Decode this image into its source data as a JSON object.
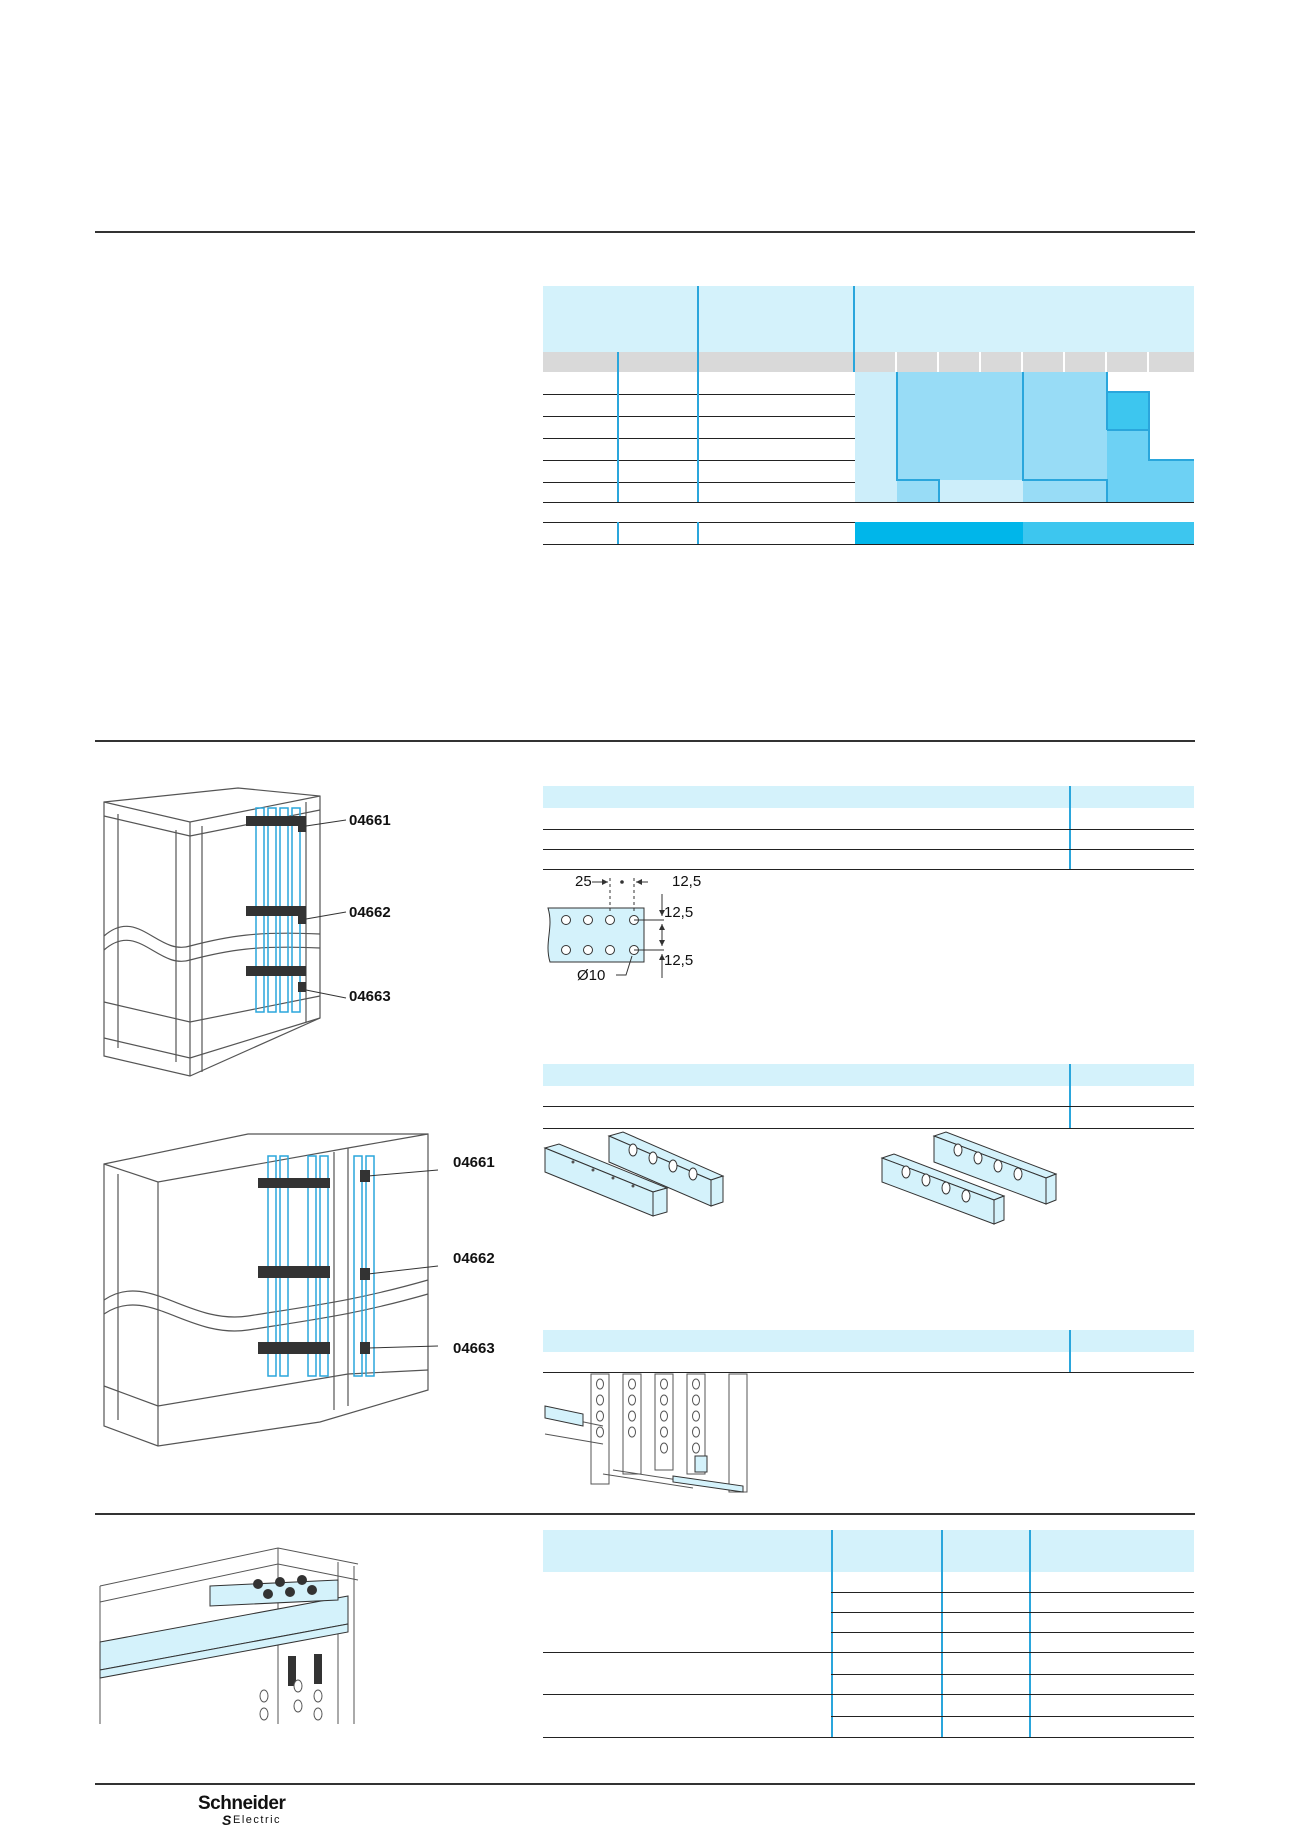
{
  "section1": {
    "color_fills": {
      "light": "#cdeefa",
      "mid": "#98dcf6",
      "strong": "#6dd1f4",
      "deep": "#3dc6ef",
      "bright": "#00b6ea"
    }
  },
  "section2": {
    "figure_top": {
      "callouts": [
        "04661",
        "04662",
        "04663"
      ]
    },
    "figure_bottom": {
      "callouts": [
        "04661",
        "04662",
        "04663"
      ]
    },
    "hole_drawing": {
      "dim_25": "25",
      "dim_12_5_a": "12,5",
      "dim_12_5_b": "12,5",
      "dim_12_5_c": "12,5",
      "dim_diameter": "Ø10"
    }
  },
  "footer": {
    "brand_name": "Schneider",
    "brand_sub": "Electric"
  }
}
